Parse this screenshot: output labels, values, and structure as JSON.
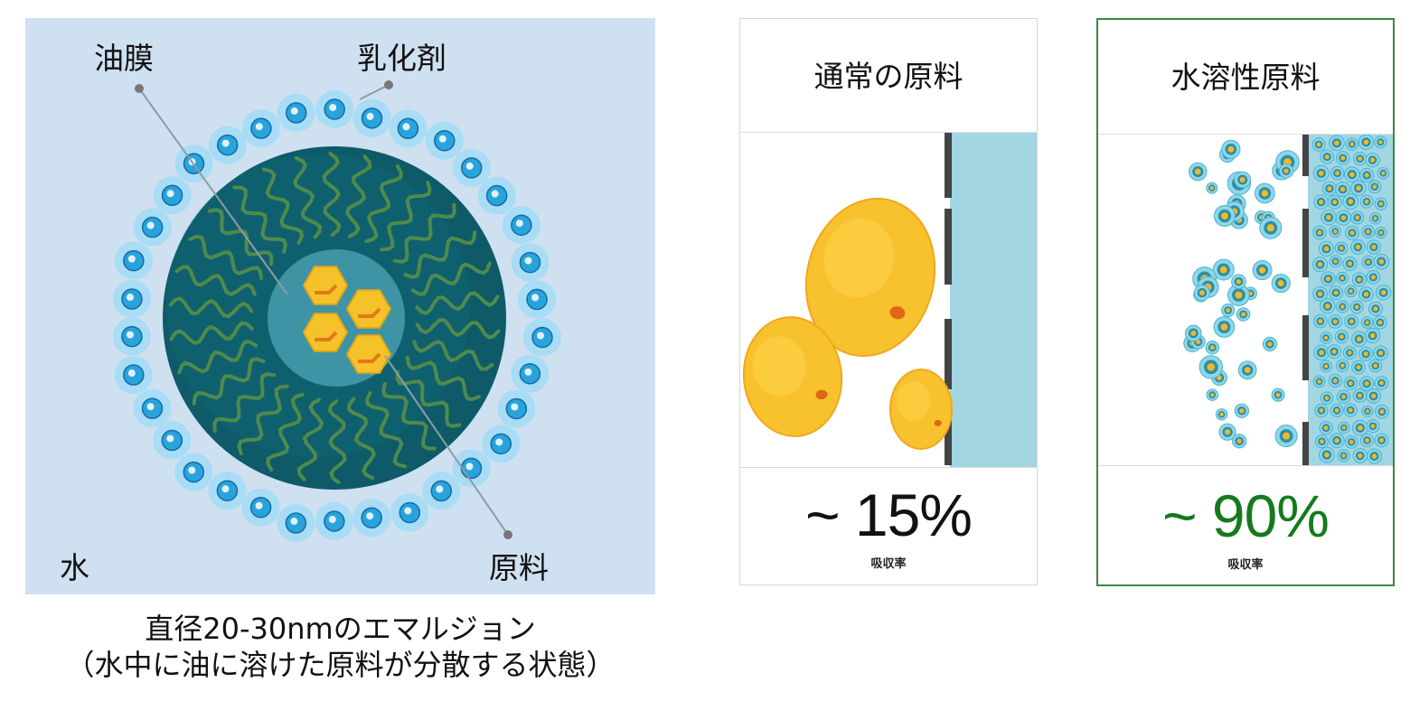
{
  "micelle": {
    "label_oil_film": "油膜",
    "label_emulsifier": "乳化剤",
    "label_water": "水",
    "label_material": "原料",
    "caption_line1": "直径20-30nmのエマルジョン",
    "caption_line2": "（水中に油に溶けた原料が分散する状態）",
    "colors": {
      "background": "#cfe0f1",
      "core": "#0e5a68",
      "inner_core": "#3e94a4",
      "tails": "#4f8a4d",
      "head_outer": "#a9dcf5",
      "head_inner": "#2aa3dc",
      "hexagon": "#f6c229"
    }
  },
  "cards": [
    {
      "id": "normal",
      "title": "通常の原料",
      "rate": "~ 15%",
      "rate_label": "吸収率",
      "rate_color": "#111111",
      "border_color": "#d5d5d5"
    },
    {
      "id": "water",
      "title": "水溶性原料",
      "rate": "~ 90%",
      "rate_label": "吸収率",
      "rate_color": "#157a1d",
      "border_color": "#3c8a3c"
    }
  ]
}
